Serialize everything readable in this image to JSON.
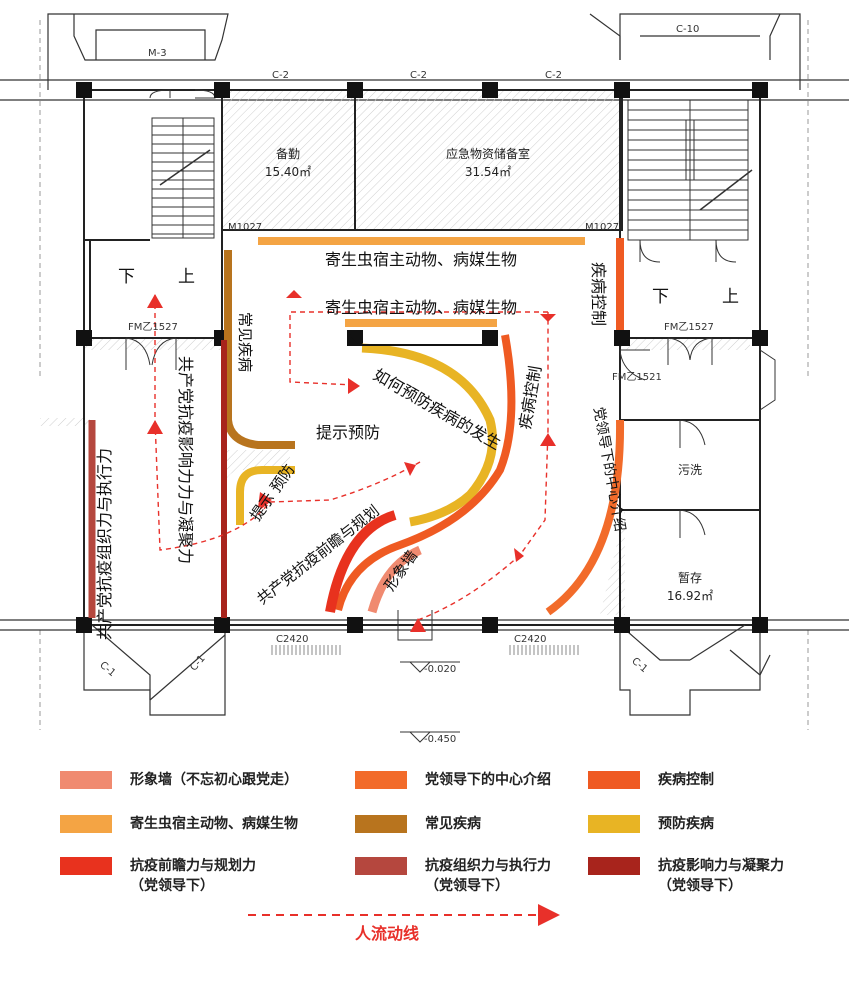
{
  "colors": {
    "wall": "#1a1a1a",
    "hatch": "#c8c8c8",
    "image_wall": "#f08a70",
    "center_intro": "#f26b2a",
    "disease_control": "#ef5a22",
    "parasite": "#f4a444",
    "common_disease": "#b8741e",
    "prevention": "#e8b424",
    "foresight": "#e8321e",
    "organization": "#b5473e",
    "cohesion": "#a8241c",
    "flow": "#e8302a"
  },
  "rooms": {
    "beiqin_name": "备勤",
    "beiqin_area": "15.40㎡",
    "storage_name": "应急物资储备室",
    "storage_area": "31.54㎡",
    "wash_name": "污洗",
    "temp_name": "暂存",
    "temp_area": "16.92㎡"
  },
  "codes": {
    "m3": "M-3",
    "c10": "C-10",
    "c2a": "C-2",
    "c2b": "C-2",
    "c2c": "C-2",
    "m1027a": "M1027",
    "m1027b": "M1027",
    "fm1527a": "FM乙1527",
    "fm1527b": "FM乙1527",
    "fm1521": "FM乙1521",
    "c2420a": "C2420",
    "c2420b": "C2420",
    "c1a": "C-1",
    "c1b": "C-1",
    "c1c": "C-1",
    "lv1": "-0.020",
    "lv2": "-0.450"
  },
  "stairs": {
    "left_down": "下",
    "left_up": "上",
    "right_down": "下",
    "right_up": "上"
  },
  "wall_labels": {
    "parasite_top": "寄生虫宿主动物、病媒生物",
    "parasite_mid": "寄生虫宿主动物、病媒生物",
    "disease_right": "疾病控制",
    "disease_center": "疾病控制",
    "common_disease": "常见疾病",
    "influence": "共产党抗疫影响力力与凝聚力",
    "organization": "共产党抗疫组织力与执行力",
    "prompt_center": "提示预防",
    "prompt_small": "提示 预防",
    "how_prevent": "如何预防疾病的发生",
    "foresight": "共产党抗疫前瞻与规划",
    "image_wall": "形象墙",
    "center_intro": "党领导下的中心介绍"
  },
  "legend": [
    {
      "label": "形象墙（不忘初心跟党走）",
      "color": "#f08a70"
    },
    {
      "label": "党领导下的中心介绍",
      "color": "#f26b2a"
    },
    {
      "label": "疾病控制",
      "color": "#ef5a22"
    },
    {
      "label": "寄生虫宿主动物、病媒生物",
      "color": "#f4a444"
    },
    {
      "label": "常见疾病",
      "color": "#b8741e"
    },
    {
      "label": "预防疾病",
      "color": "#e8b424"
    },
    {
      "label": "抗疫前瞻力与规划力\n（党领导下）",
      "color": "#e8321e"
    },
    {
      "label": "抗疫组织力与执行力\n（党领导下）",
      "color": "#b5473e"
    },
    {
      "label": "抗疫影响力与凝聚力\n（党领导下）",
      "color": "#a8241c"
    }
  ],
  "flow_label": "人流动线"
}
